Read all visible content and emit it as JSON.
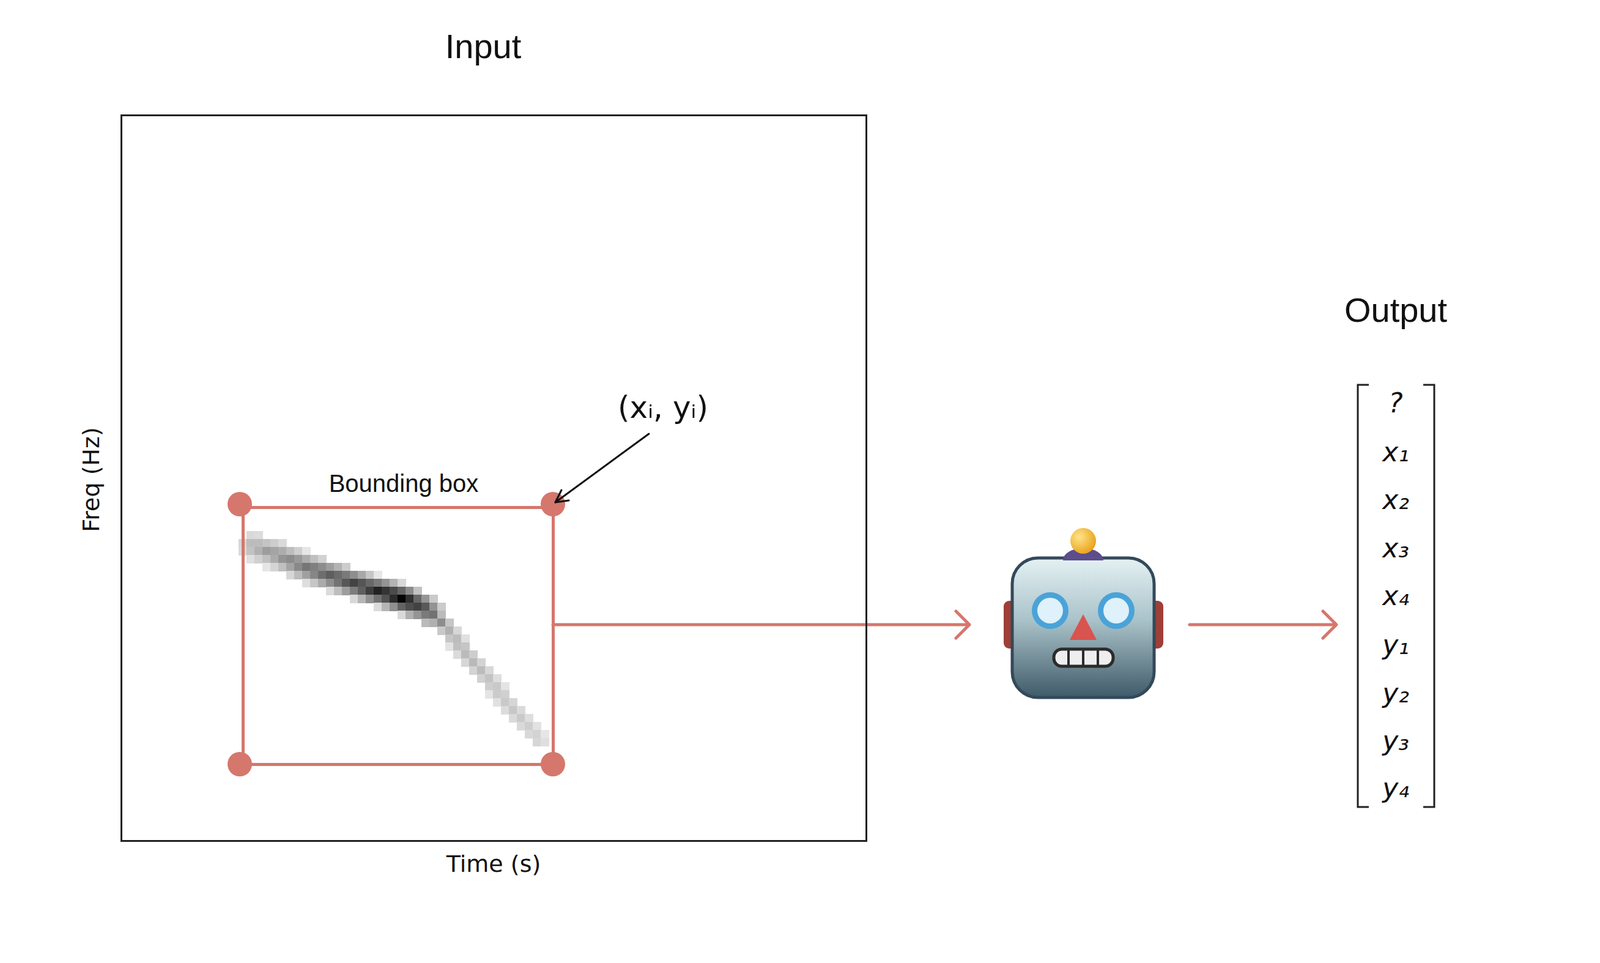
{
  "diagram": {
    "nodes": [
      {
        "text": [
          "Input"
        ]
      },
      {
        "text": [
          "Bounding box"
        ],
        "in": 0
      },
      {
        "text": [
          "Output",
          "?",
          "x₁",
          "x₂",
          "x₃",
          "x₄",
          "y₁",
          "y₂",
          "y₃",
          "y₄"
        ]
      }
    ],
    "labels": [
      "Freq (Hz)",
      "Time (s)",
      "(xᵢ, yᵢ)"
    ]
  }
}
